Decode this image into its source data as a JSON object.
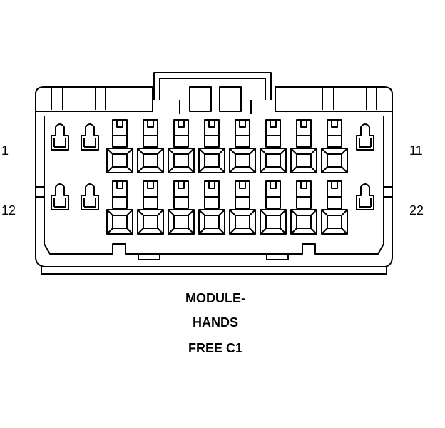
{
  "connector": {
    "pin_labels": {
      "top_left": "1",
      "top_right": "11",
      "bottom_left": "12",
      "bottom_right": "22"
    },
    "caption": [
      "MODULE-",
      "HANDS",
      "FREE C1"
    ]
  }
}
